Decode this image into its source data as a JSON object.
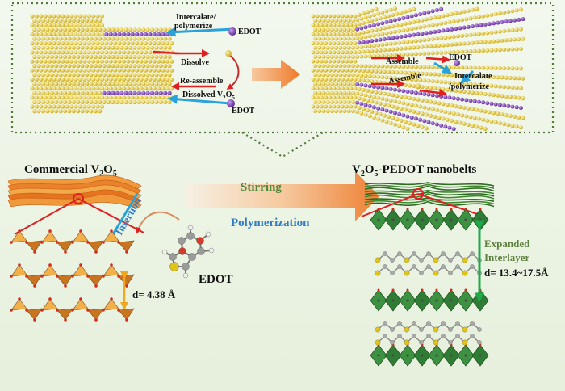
{
  "top_panel": {
    "left": {
      "intercalate_line1": "Intercalate/",
      "intercalate_line2": "polymerize",
      "edot_top": "EDOT",
      "dissolve": "Dissolve",
      "reassemble": "Re-assemble",
      "dissolved_v": "Dissolved V",
      "dissolved_sub1": "2",
      "dissolved_o": "O",
      "dissolved_sub2": "5",
      "edot_bottom": "EDOT"
    },
    "right": {
      "assemble_top": "Assemble",
      "edot": "EDOT",
      "intercalate_line1": "Intercalate",
      "intercalate_line2": "/polymerize",
      "assemble_bottom": "Assemble"
    }
  },
  "bottom": {
    "commercial_prefix": "Commercial V",
    "commercial_sub1": "2",
    "commercial_o": "O",
    "commercial_sub2": "5",
    "insertion": "Insertion",
    "edot": "EDOT",
    "d_spacing": "d= 4.38 Å",
    "stirring": "Stirring",
    "polymerization": "Polymerization",
    "nanobelts_v": "V",
    "nanobelts_sub1": "2",
    "nanobelts_o": "O",
    "nanobelts_sub2": "5",
    "nanobelts_rest": "-PEDOT nanobelts",
    "expanded_line1": "Expanded",
    "expanded_line2": "Interlayer",
    "expanded_d": "d= 13.4~17.5Å"
  },
  "colors": {
    "gold_atom": "#e3c53a",
    "purple_atom": "#7d3fb4",
    "orange_arrow": "#f08a3a",
    "blue_arrow": "#29a3dc",
    "red_arrow": "#e02020",
    "dotted_border": "#4f7a3a",
    "green_octahedra": "#2f7d34",
    "stirring_text": "#4e8a3a",
    "polymerization_text": "#2f7cc4",
    "expanded_text": "#5b7f3c",
    "expanded_arrow": "#1ea94a"
  }
}
